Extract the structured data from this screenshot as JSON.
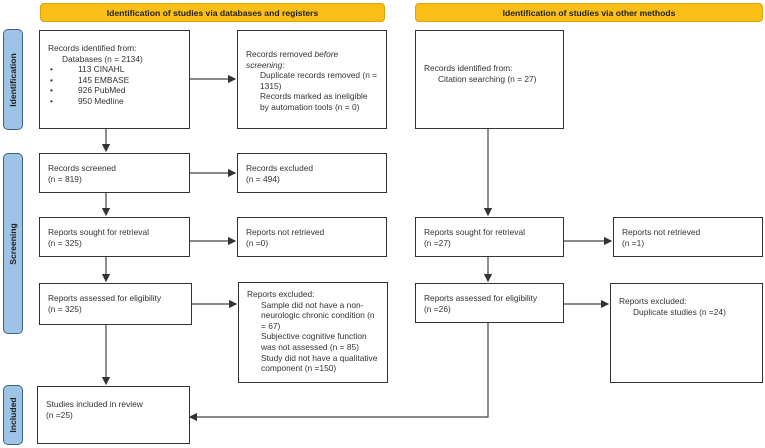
{
  "headers": {
    "databases": "Identification of studies via databases and registers",
    "other": "Identification of studies via other methods"
  },
  "phases": {
    "identification": "Identification",
    "screening": "Screening",
    "included": "Included"
  },
  "db": {
    "identified": {
      "title": "Records identified from:",
      "databases": "Databases (n = 2134)",
      "items": [
        "113 CINAHL",
        "145 EMBASE",
        "926 PubMed",
        "950 Medline"
      ]
    },
    "removed": {
      "title_a": "Records removed ",
      "title_em": "before screening",
      "title_b": ":",
      "dup": "Duplicate records removed (n = 1315)",
      "auto": "Records marked as ineligible by automation tools (n = 0)"
    },
    "screened": {
      "title": "Records screened",
      "n": "(n = 819)"
    },
    "excluded": {
      "title": "Records excluded",
      "n": "(n = 494)"
    },
    "sought": {
      "title": "Reports sought for retrieval",
      "n": "(n = 325)"
    },
    "not_retrieved": {
      "title": "Reports not retrieved",
      "n": "(n =0)"
    },
    "assessed": {
      "title": "Reports assessed for eligibility",
      "n": "(n = 325)"
    },
    "reports_excluded": {
      "title": "Reports excluded:",
      "reasons": [
        "Sample did not have a non-neurologic chronic condition (n = 67)",
        "Subjective cognitive function was not assessed (n = 85)",
        "Study did not have a qualitative component (n =150)"
      ]
    },
    "included": {
      "title": "Studies included in review",
      "n": "(n =25)"
    }
  },
  "other": {
    "identified": {
      "title": "Records identified from:",
      "citation": "Citation searching (n = 27)"
    },
    "sought": {
      "title": "Reports sought for retrieval",
      "n": "(n =27)"
    },
    "not_retrieved": {
      "title": "Reports not retrieved",
      "n": "(n =1)"
    },
    "assessed": {
      "title": "Reports assessed for eligibility",
      "n": "(n =26)"
    },
    "reports_excluded": {
      "title": "Reports excluded:",
      "reasons": [
        "Duplicate studies (n =24)"
      ]
    }
  }
}
